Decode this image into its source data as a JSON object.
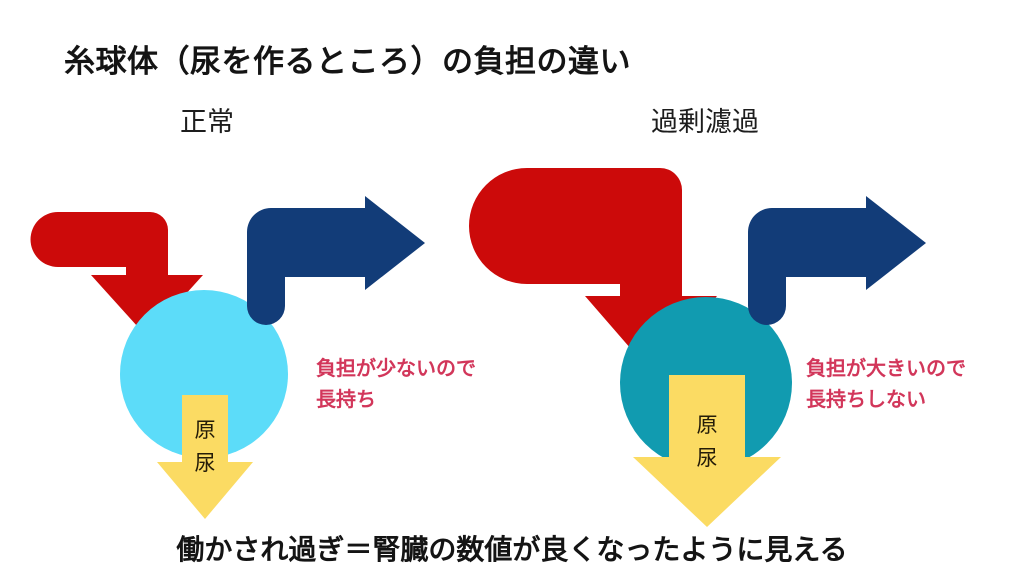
{
  "title": "糸球体（尿を作るところ）の負担の違い",
  "caption": "働かされ過ぎ＝腎臓の数値が良くなったように見える",
  "panels": [
    {
      "id": "normal",
      "label": "正常",
      "note_line1": "負担が少ないので",
      "note_line2": "長持ち",
      "glomerulus_color": "#5CDCF9",
      "inflow_color": "#CC0A0A",
      "outflow_color": "#123C78",
      "filtrate_color": "#FBDB63",
      "filtrate_label_char1": "原",
      "filtrate_label_char2": "尿"
    },
    {
      "id": "hyperfiltration",
      "label": "過剰濾過",
      "note_line1": "負担が大きいので",
      "note_line2": "長持ちしない",
      "glomerulus_color": "#119BB0",
      "inflow_color": "#CC0A0A",
      "outflow_color": "#123C78",
      "filtrate_color": "#FBDB63",
      "filtrate_label_char1": "原",
      "filtrate_label_char2": "尿"
    }
  ],
  "colors": {
    "background": "#FFFFFF",
    "title_text": "#141414",
    "note_text": "#D2365A",
    "caption_text": "#141414",
    "inflow_red": "#CC0A0A",
    "outflow_navy": "#123C78",
    "glomerulus_light": "#5CDCF9",
    "glomerulus_dark": "#119BB0",
    "filtrate_yellow": "#FBDB63"
  }
}
